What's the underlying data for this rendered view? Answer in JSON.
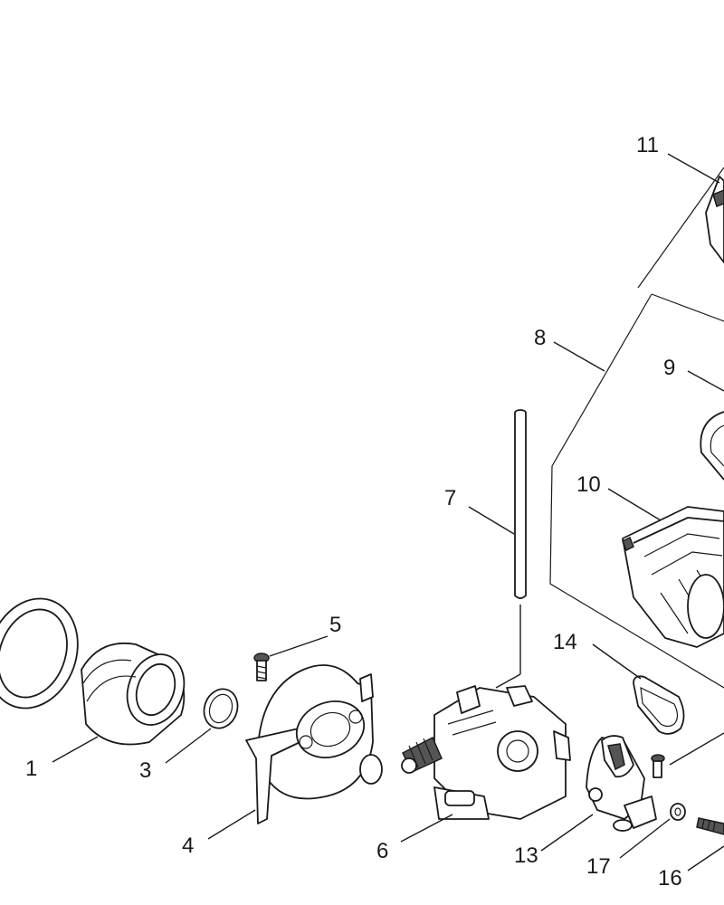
{
  "labels": {
    "p1": "1",
    "p3": "3",
    "p4": "4",
    "p5": "5",
    "p6": "6",
    "p7": "7",
    "p8": "8",
    "p9": "9",
    "p10": "10",
    "p11": "11",
    "p13": "13",
    "p14": "14",
    "p16": "16",
    "p17": "17"
  },
  "colors": {
    "line": "#1a1a1a",
    "shade": "#555555",
    "background": "#ffffff"
  }
}
